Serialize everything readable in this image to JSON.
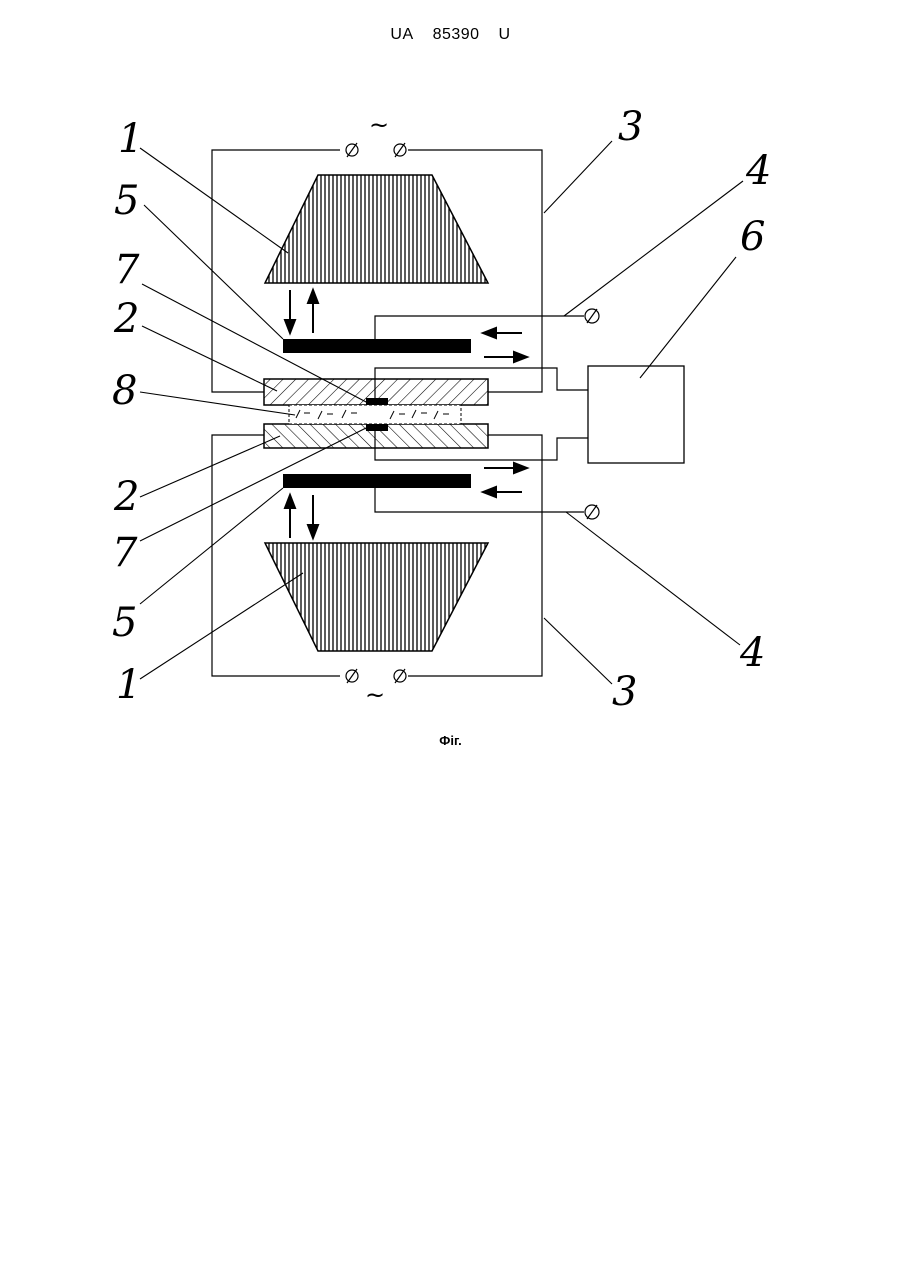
{
  "header": {
    "country": "UA",
    "number": "85390",
    "kind": "U"
  },
  "caption": "Фіг.",
  "labels": {
    "l1a": "1",
    "l1b": "1",
    "l2a": "2",
    "l2b": "2",
    "l3a": "3",
    "l3b": "3",
    "l4a": "4",
    "l4b": "4",
    "l5a": "5",
    "l5b": "5",
    "l6": "6",
    "l7a": "7",
    "l7b": "7",
    "l8": "8"
  },
  "ac_symbol": "~"
}
